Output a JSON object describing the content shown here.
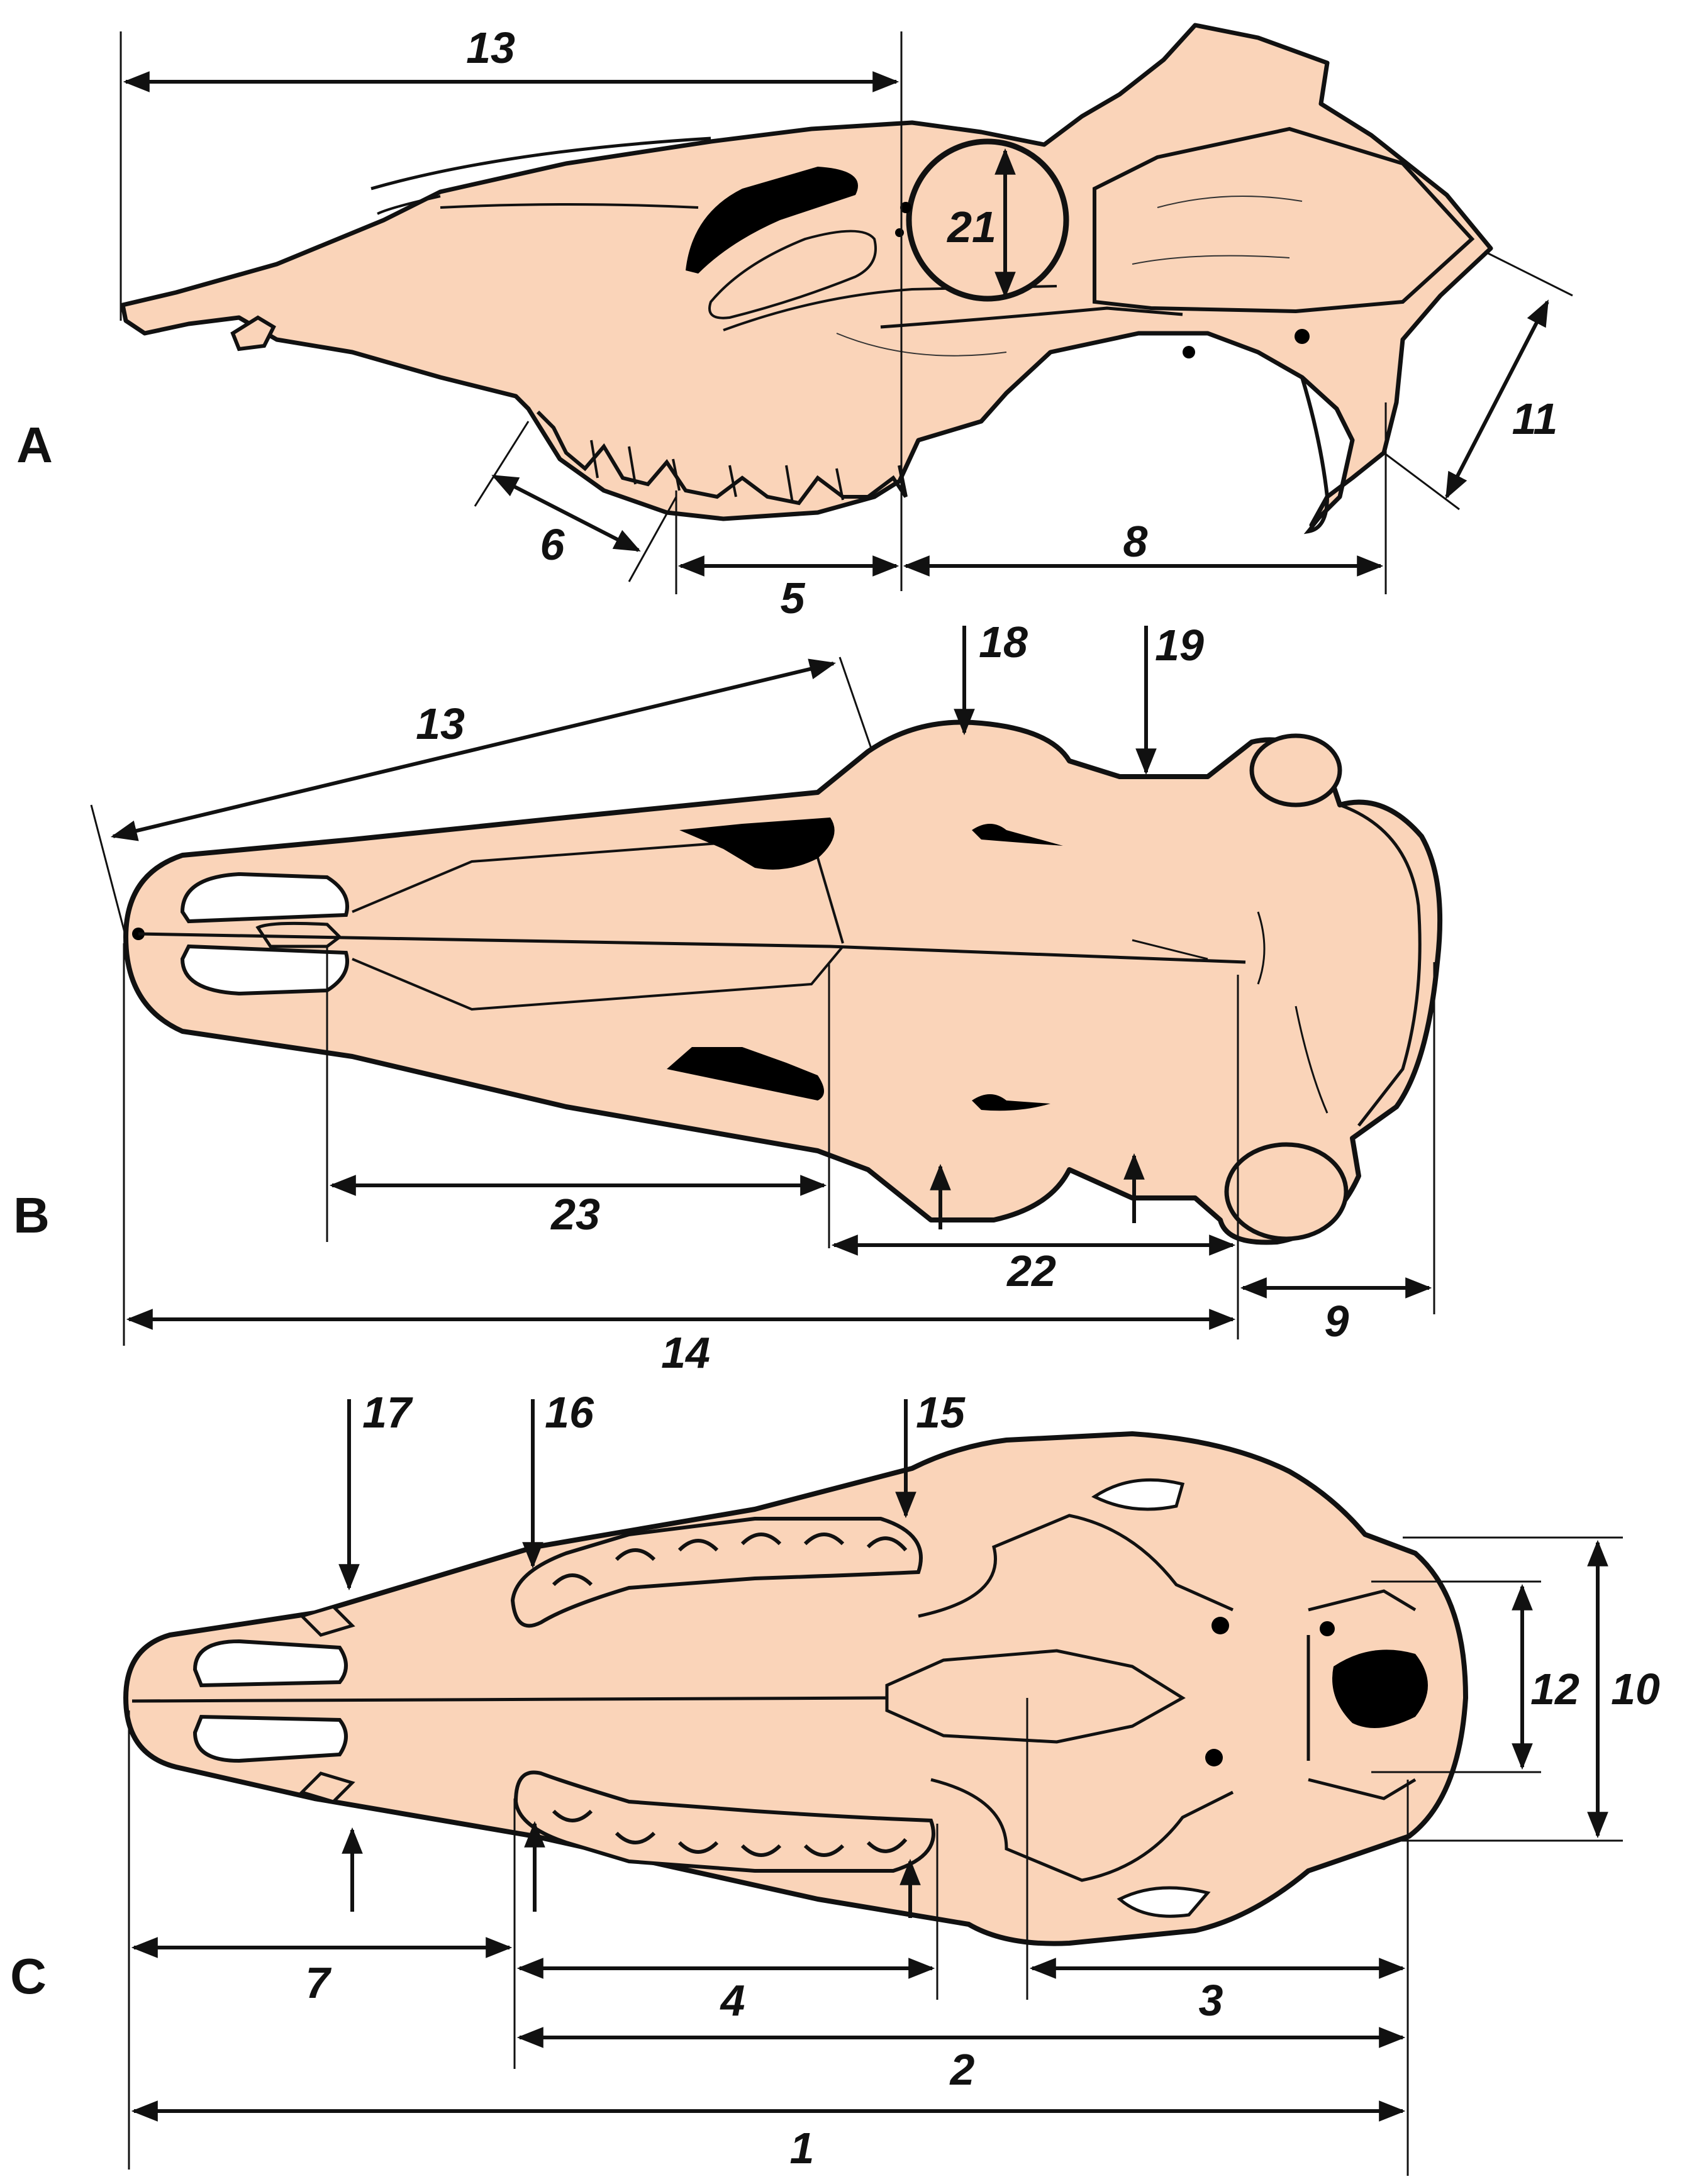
{
  "colors": {
    "bone_fill": "#fad4b9",
    "outline": "#111111",
    "openings": "#000000",
    "background": "#ffffff"
  },
  "panels": {
    "A": "A",
    "B": "B",
    "C": "C"
  },
  "measurements": {
    "m1": "1",
    "m2": "2",
    "m3": "3",
    "m4": "4",
    "m5": "5",
    "m6": "6",
    "m7": "7",
    "m8": "8",
    "m9": "9",
    "m10": "10",
    "m11": "11",
    "m12": "12",
    "m13a": "13",
    "m13b": "13",
    "m14": "14",
    "m15": "15",
    "m16": "16",
    "m17": "17",
    "m18": "18",
    "m19": "19",
    "m21": "21",
    "m22": "22",
    "m23": "23"
  }
}
